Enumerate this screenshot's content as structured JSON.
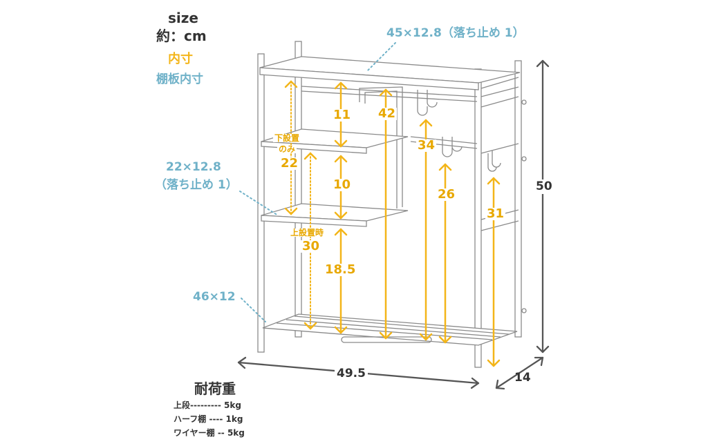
{
  "legend": {
    "size_label": "size",
    "unit_label": "約：cm",
    "inner_label": "内寸",
    "shelf_inner_label": "棚板内寸",
    "inner_color": "#f3b519",
    "shelf_color": "#6fb1c8"
  },
  "shelf_sizes": {
    "top": "45×12.8（落ち止め 1）",
    "half_line1": "22×12.8",
    "half_line2": "（落ち止め 1）",
    "wire": "46×12"
  },
  "inner_dims": {
    "top_gap": "11",
    "mid_gap": "10",
    "bottom_gap": "18.5",
    "center_height": "42",
    "hook_height_1": "34",
    "hook_height_2": "26",
    "side_height": "31",
    "lower_install_line1": "下設置",
    "lower_install_line2": "のみ",
    "lower_install_value": "22",
    "upper_install_label": "上設置時",
    "upper_install_value": "30"
  },
  "outer_dims": {
    "width": "49.5",
    "depth": "14",
    "height": "50"
  },
  "load_capacity": {
    "title": "耐荷重",
    "rows": [
      "上段--------- 5kg",
      "ハーフ棚 ---- 1kg",
      "ワイヤー棚 -- 5kg"
    ]
  }
}
